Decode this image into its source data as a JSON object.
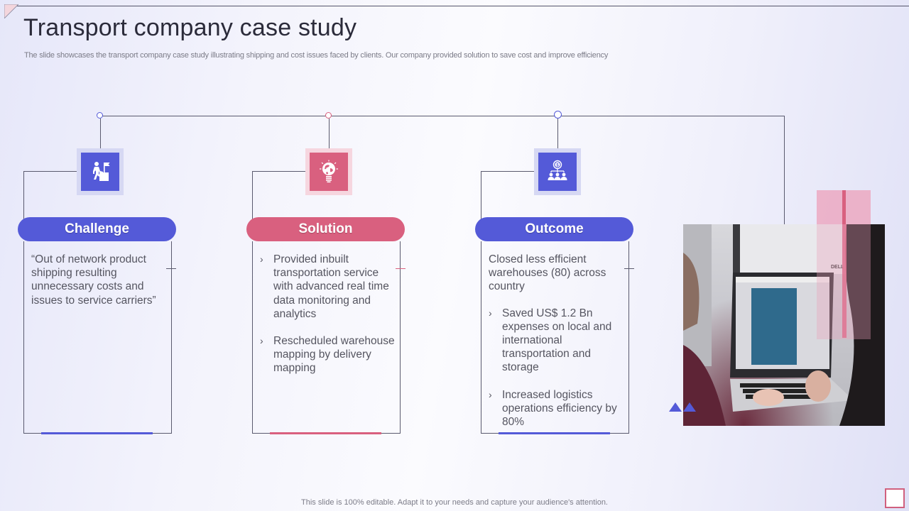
{
  "slide": {
    "title": "Transport company case study",
    "subtitle": "The slide showcases the transport company case study illustrating shipping and cost issues faced by clients. Our company provided solution to save cost and improve efficiency",
    "footer": "This slide is 100% editable. Adapt it to your needs and capture your audience's attention."
  },
  "colors": {
    "blue": "#545ad8",
    "pink": "#d9607f",
    "blue_light": "#d6d8f3",
    "pink_light": "#f6d6df",
    "line": "#5a5a6e"
  },
  "cards": [
    {
      "heading": "Challenge",
      "icon": "person-climbing-flag-icon",
      "color": "blue",
      "intro": "“Out of network product shipping resulting unnecessary costs and issues to service carriers”",
      "bullets": []
    },
    {
      "heading": "Solution",
      "icon": "lightbulb-globe-icon",
      "color": "pink",
      "intro": "",
      "bullets": [
        "Provided inbuilt transportation service with advanced real time data monitoring and analytics",
        "Rescheduled warehouse mapping by delivery mapping"
      ]
    },
    {
      "heading": "Outcome",
      "icon": "dollar-hierarchy-people-icon",
      "color": "blue",
      "intro": "Closed less efficient warehouses (80) across country",
      "bullets": [
        "Saved US$ 1.2 Bn expenses on local and international transportation and storage",
        "Increased logistics operations efficiency by 80%"
      ]
    }
  ],
  "bullet_glyph": "›",
  "photo": {
    "description": "person-typing-on-laptop-photo",
    "laptop_brand_text": "DELL"
  }
}
